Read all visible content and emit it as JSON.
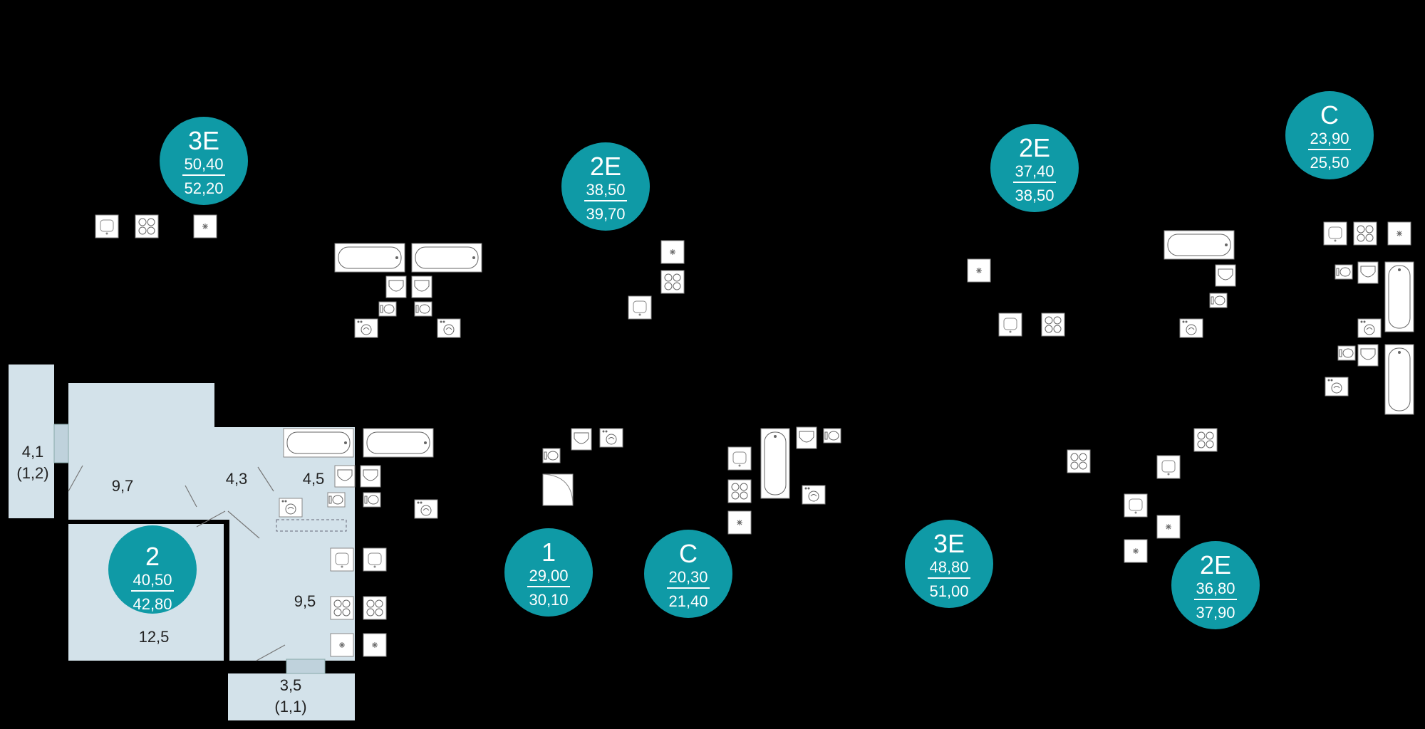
{
  "colors": {
    "background": "#000000",
    "room_fill": "#d3e2ea",
    "badge": "#0f9aa6",
    "fixture": "#ffffff"
  },
  "apartments": [
    {
      "type": "3E",
      "living": "50,40",
      "total": "52,20"
    },
    {
      "type": "2E",
      "living": "38,50",
      "total": "39,70"
    },
    {
      "type": "2E",
      "living": "37,40",
      "total": "38,50"
    },
    {
      "type": "C",
      "living": "23,90",
      "total": "25,50"
    },
    {
      "type": "2",
      "living": "40,50",
      "total": "42,80"
    },
    {
      "type": "1",
      "living": "29,00",
      "total": "30,10"
    },
    {
      "type": "C",
      "living": "20,30",
      "total": "21,40"
    },
    {
      "type": "3E",
      "living": "48,80",
      "total": "51,00"
    },
    {
      "type": "2E",
      "living": "36,80",
      "total": "37,90"
    }
  ],
  "room_labels": {
    "loggia_left": {
      "area": "4,1",
      "note": "(1,2)"
    },
    "room_a": "9,7",
    "hall": "4,3",
    "bath": "4,5",
    "kitchen": "9,5",
    "room_b": "12,5",
    "balcony": {
      "area": "3,5",
      "note": "(1,1)"
    }
  },
  "fixture_icons": [
    "bathtub-icon",
    "sink-icon",
    "toilet-icon",
    "stove-icon",
    "fridge-icon",
    "washing-machine-icon",
    "shower-icon"
  ]
}
